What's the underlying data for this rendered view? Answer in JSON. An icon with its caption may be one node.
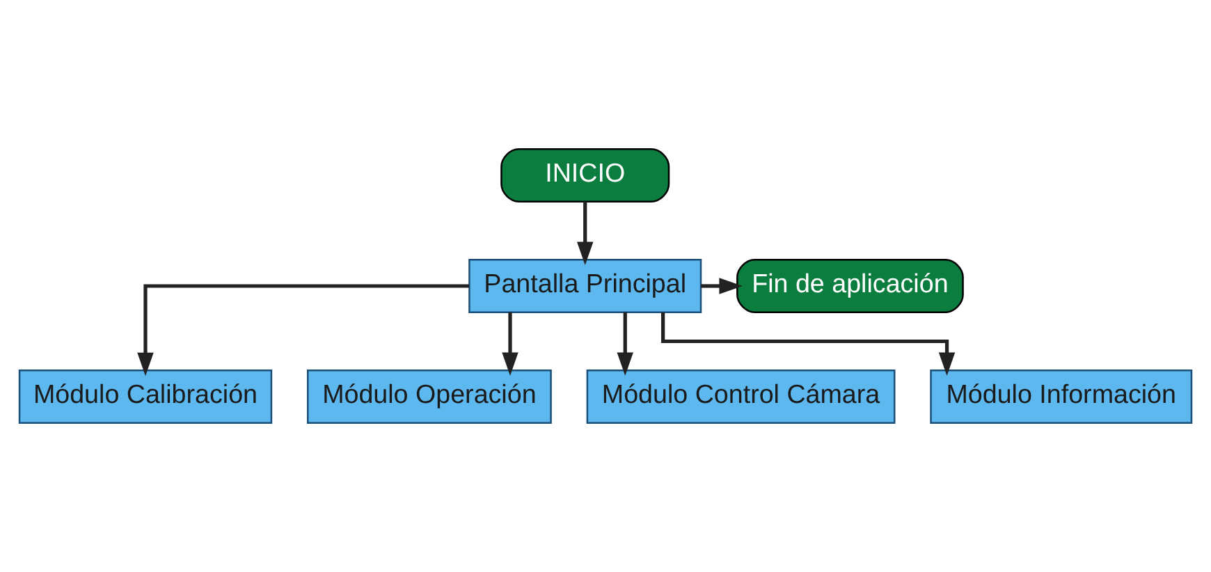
{
  "diagram": {
    "nodes": [
      {
        "text": [
          "INICIO"
        ]
      },
      {
        "text": [
          "Pantalla Principal"
        ]
      },
      {
        "text": [
          "Fin de aplicación"
        ]
      },
      {
        "text": [
          "Módulo Calibración"
        ]
      },
      {
        "text": [
          "Módulo Operación"
        ]
      },
      {
        "text": [
          "Módulo Control Cámara"
        ]
      },
      {
        "text": [
          "Módulo Información"
        ]
      }
    ],
    "edges": [
      {
        "from": 0,
        "to": 1,
        "arrow": "to"
      },
      {
        "from": 1,
        "to": 2,
        "arrow": "to"
      },
      {
        "from": 1,
        "to": 3,
        "arrow": "to"
      },
      {
        "from": 1,
        "to": 4,
        "arrow": "to"
      },
      {
        "from": 1,
        "to": 5,
        "arrow": "to"
      },
      {
        "from": 1,
        "to": 6,
        "arrow": "to"
      }
    ]
  }
}
